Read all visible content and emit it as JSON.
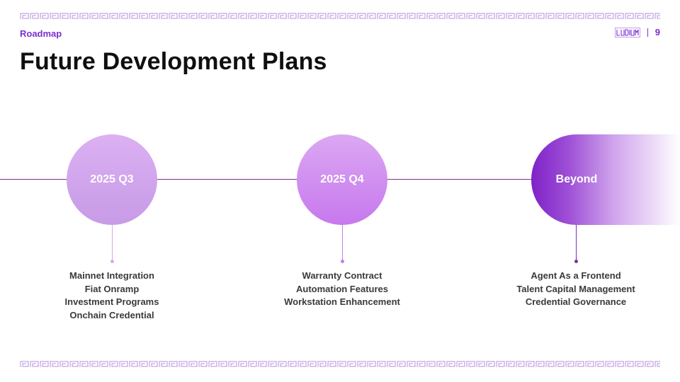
{
  "header": {
    "section": "Roadmap",
    "title": "Future Development Plans",
    "logo_text": "LUDIUM",
    "page_number": "9"
  },
  "colors": {
    "accent": "#7b2fd0",
    "title": "#0f0f0f",
    "text": "#3a3a3a",
    "timeline": "#7b2f8a"
  },
  "timeline": {
    "milestones": [
      {
        "label": "2025 Q3",
        "items": [
          "Mainnet Integration",
          "Fiat Onramp",
          "Investment Programs",
          "Onchain Credential"
        ]
      },
      {
        "label": "2025 Q4",
        "items": [
          "Warranty Contract",
          "Automation Features",
          "Workstation Enhancement"
        ]
      },
      {
        "label": "Beyond",
        "items": [
          "Agent As a Frontend",
          "Talent Capital Management",
          "Credential Governance"
        ]
      }
    ]
  }
}
